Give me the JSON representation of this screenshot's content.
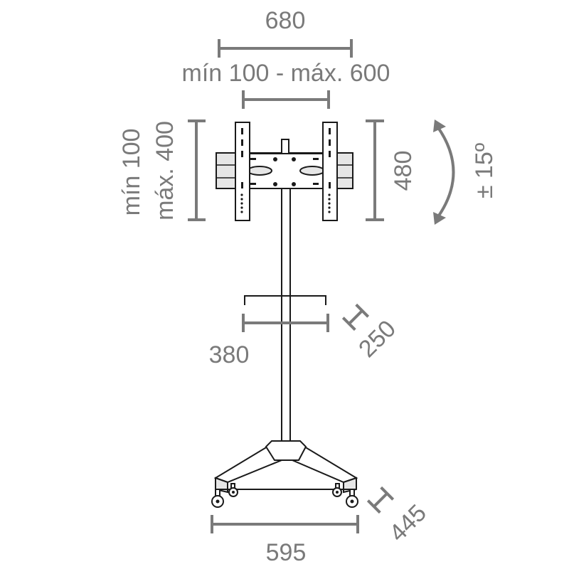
{
  "dimensions": {
    "overall_width": "680",
    "vesa_horizontal": "mín 100 - máx. 600",
    "vesa_vertical_min": "mín 100",
    "vesa_vertical_max": "máx. 400",
    "bracket_height": "480",
    "tilt": "± 15º",
    "shelf_width": "380",
    "shelf_depth": "250",
    "base_width": "595",
    "base_depth": "445"
  },
  "colors": {
    "dimension": "#7a7a7a",
    "outline": "#1a1a1a"
  }
}
